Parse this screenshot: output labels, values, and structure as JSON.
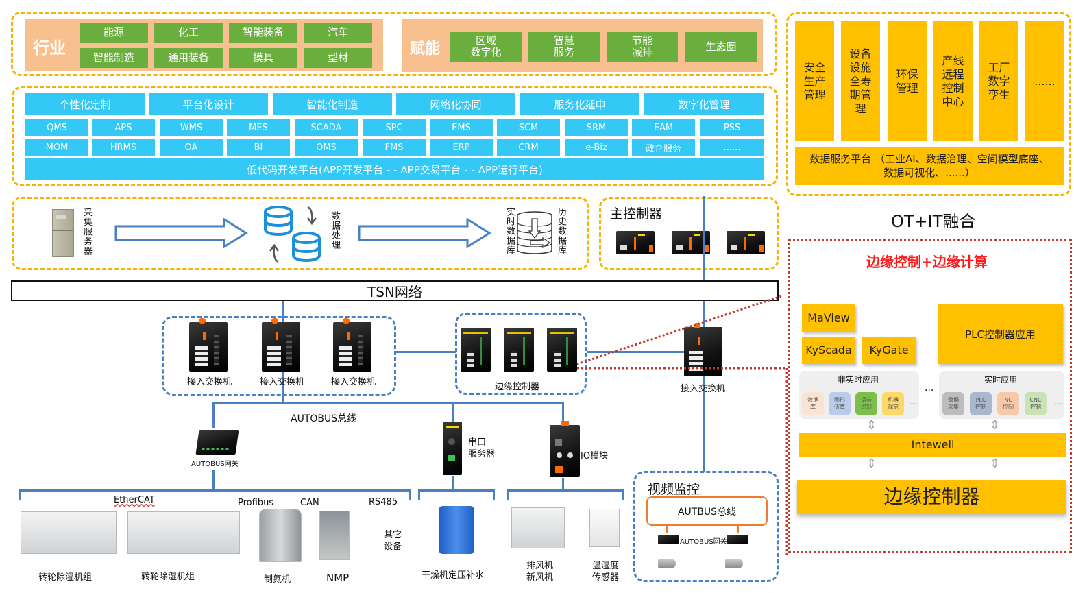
{
  "industry": {
    "title": "行业",
    "items": [
      "能源",
      "化工",
      "智能装备",
      "汽车",
      "智能制造",
      "通用装备",
      "摸具",
      "型材"
    ]
  },
  "empower": {
    "title": "赋能",
    "items": [
      "区域\n数字化",
      "智慧\n服务",
      "节能\n减排",
      "生态圈"
    ]
  },
  "it_layer": {
    "top_row": [
      "个性化定制",
      "平台化设计",
      "智能化制造",
      "网络化协同",
      "服务化延申",
      "数字化管理"
    ],
    "row1": [
      "QMS",
      "APS",
      "WMS",
      "MES",
      "SCADA",
      "SPC",
      "EMS",
      "SCM",
      "SRM",
      "EAM",
      "PSS"
    ],
    "row2": [
      "MOM",
      "HRMS",
      "OA",
      "BI",
      "OMS",
      "FMS",
      "ERP",
      "CRM",
      "e-Biz",
      "政企服务",
      "......"
    ],
    "platform": "低代码开发平台(APP开发平台 - - APP交易平台 - - APP运行平台)"
  },
  "ot_it": {
    "columns": [
      "安全\n生产\n管理",
      "设备\n设施\n全寿\n期管\n理",
      "环保\n管理",
      "产线\n远程\n控制\n中心",
      "工厂\n数字\n孪生",
      "......"
    ],
    "data_platform": "数据服务平台 （工业AI、数据治理、空间模型底座、数据可视化、......）",
    "caption": "OT+IT融合"
  },
  "data_flow": {
    "collector": "采集服务器",
    "processing": "数据处理",
    "realtime_db": "实时数据库",
    "history_db": "历史数据库"
  },
  "main_controller": {
    "title": "主控制器"
  },
  "network": {
    "tsn": "TSN网络"
  },
  "switches": {
    "label": "接入交换机"
  },
  "edge_group": {
    "label": "边缘控制器"
  },
  "field": {
    "autobus_bus": "AUTOBUS总线",
    "autobus_gateway": "AUTOBUS网关",
    "protocols": [
      "EtherCAT",
      "Profibus",
      "CAN",
      "RS485"
    ],
    "serial_server": "串口\n服务器",
    "io_module": "IO模块",
    "devices": [
      "转轮除湿机组",
      "转轮除湿机组",
      "制氮机",
      "NMP",
      "其它\n设备",
      "干燥机定压补水",
      "排风机\n新风机",
      "温湿度\n传感器"
    ]
  },
  "video": {
    "title": "视频监控",
    "bus": "AUTBUS总线",
    "gateway": "AUTOBUS网关"
  },
  "edge_panel": {
    "title": "边缘控制+边缘计算",
    "apps": [
      "MaView",
      "KyScada",
      "KyGate",
      "PLC控制器应用"
    ],
    "non_realtime": {
      "title": "非实时应用",
      "chips": [
        "数据\n库",
        "图形\n仿真",
        "语音\n识别",
        "机器\n视觉"
      ]
    },
    "realtime": {
      "title": "实时应用",
      "chips": [
        "数据\n采集",
        "PLC\n控制",
        "NC\n控制",
        "CNC\n控制"
      ]
    },
    "ellipsis": "...",
    "middle_ellipsis": "...",
    "os": "Intewell",
    "controller": "边缘控制器",
    "colors": {
      "chip_peach": "#fbe3d3",
      "chip_blue": "#b9cdea",
      "chip_green": "#7cc04b",
      "chip_yellow": "#ffd966",
      "chip_gray": "#bdbdbd",
      "chip_slate": "#a9b8cf",
      "chip_orange": "#f7c9a8",
      "chip_lightgreen": "#c9e3b5"
    }
  }
}
